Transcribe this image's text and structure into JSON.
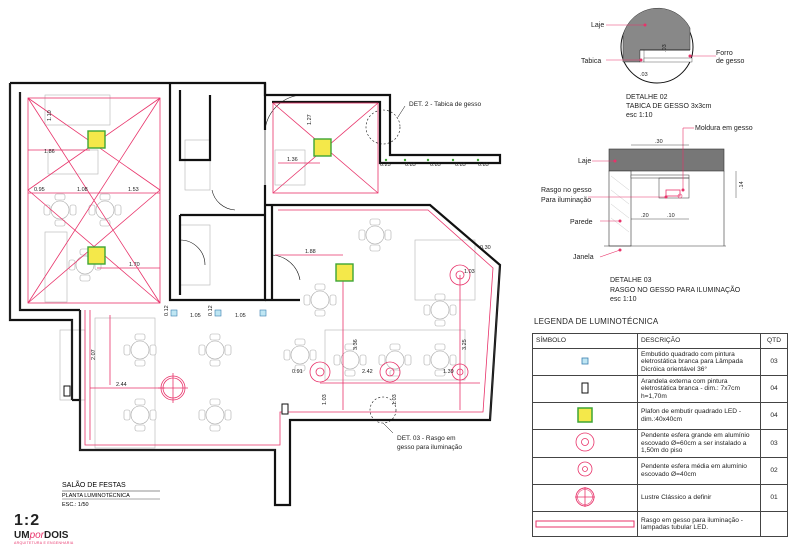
{
  "drawing": {
    "title": "SALÃO DE FESTAS",
    "subtitle": "PLANTA LUMINOTÉCNICA",
    "scale": "ESC.: 1/50"
  },
  "annotations": {
    "det2": "DET. 2 - Tabica de gesso",
    "det3_line1": "DET. 03 - Rasgo em",
    "det3_line2": "gesso para iluminação"
  },
  "dimensions": {
    "d_110": "1.10",
    "d_186": "1.86",
    "d_095": "0.95",
    "d_108": "1.08",
    "d_153": "1.53",
    "d_170": "1.70",
    "d_127": "1.27",
    "d_136": "1.36",
    "d_025": "0.25",
    "d_085a": "0.85",
    "d_085b": "0.85",
    "d_085c": "0.85",
    "d_085d": "0.85",
    "d_188": "1.88",
    "d_030": "0.30",
    "d_103a": "1.03",
    "d_105a": "1.05",
    "d_105b": "1.05",
    "d_012a": "0.12",
    "d_012b": "0.12",
    "d_207": "2.07",
    "d_336": "3.36",
    "d_325": "3.25",
    "d_091": "0.91",
    "d_242": "2.42",
    "d_139": "1.39",
    "d_244": "2.44",
    "d_103b": "1.03",
    "d_103c": "1.03"
  },
  "detail02": {
    "laje": "Laje",
    "tabica": "Tabica",
    "forro_line1": "Forro",
    "forro_line2": "de gesso",
    "dim_03a": ".03",
    "dim_03b": ".03",
    "title_line1": "DETALHE 02",
    "title_line2": "TABICA DE GESSO 3x3cm",
    "scale": "esc 1:10"
  },
  "detail03": {
    "moldura": "Moldura em gesso",
    "laje": "Laje",
    "rasgo_line1": "Rasgo no gesso",
    "rasgo_line2": "Para iluminação",
    "parede": "Parede",
    "janela": "Janela",
    "dim_30": ".30",
    "dim_14": ".14",
    "dim_20": ".20",
    "dim_10": ".10",
    "title_line1": "DETALHE 03",
    "title_line2": "RASGO NO GESSO PARA ILUMINAÇÃO",
    "scale": "esc 1:10"
  },
  "legend": {
    "title": "LEGENDA DE LUMINOTÉCNICA",
    "col_symbol": "SÍMBOLO",
    "col_description": "DESCRIÇÃO",
    "col_qty": "QTD",
    "rows": [
      {
        "symbol": "small-square-icon",
        "description": "Embutido quadrado com pintura eletrostática branca para  Lâmpada Dicróica orientável 36°",
        "qty": "03"
      },
      {
        "symbol": "sconce-icon",
        "description": "Arandela externa com pintura eletrostática branca - dim.: 7x7cm h=1,70m",
        "qty": "04"
      },
      {
        "symbol": "led-panel-icon",
        "description": "Plafon de embutir quadrado LED  - dim.:40x40cm",
        "qty": "04"
      },
      {
        "symbol": "large-pendant-icon",
        "description": "Pendente esfera grande em alumínio escovado  Ø=60cm a ser instalado a 1,50m do piso",
        "qty": "03"
      },
      {
        "symbol": "medium-pendant-icon",
        "description": "Pendente esfera média em alumínio escovado  Ø=40cm",
        "qty": "02"
      },
      {
        "symbol": "chandelier-icon",
        "description": "Lustre Clássico a definir",
        "qty": "01"
      },
      {
        "symbol": "led-strip-icon",
        "description": "Rasgo em gesso para iluminação - lampadas tubular LED.",
        "qty": ""
      }
    ]
  },
  "brand": {
    "mark": "1:2",
    "name_left": "UM",
    "name_mid": "por",
    "name_right": "DOIS",
    "tagline": "ARQUITETURA E ENGENHARIA"
  },
  "colors": {
    "lighting": "#e8336a",
    "led_fill": "#f4e84a",
    "led_border": "#3fa535",
    "wall": "#111111",
    "furniture": "#b8b8b8",
    "slab": "#777777"
  }
}
